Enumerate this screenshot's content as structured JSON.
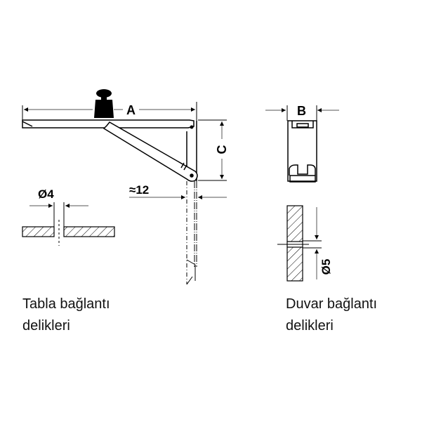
{
  "diagram": {
    "type": "technical-drawing",
    "subject": "folding shelf bracket with mounting holes",
    "colors": {
      "line": "#000000",
      "background": "#ffffff",
      "dim_line": "#333333"
    },
    "dimensions": {
      "a": "A",
      "b": "B",
      "c": "C",
      "gap": "≈12",
      "table_hole": "Ø4",
      "wall_hole": "Ø5"
    },
    "icons": {
      "weight": "weight-icon"
    },
    "captions": {
      "table": {
        "line1": "Tabla bağlantı",
        "line2": "delikleri"
      },
      "wall": {
        "line1": "Duvar bağlantı",
        "line2": "delikleri"
      }
    }
  }
}
